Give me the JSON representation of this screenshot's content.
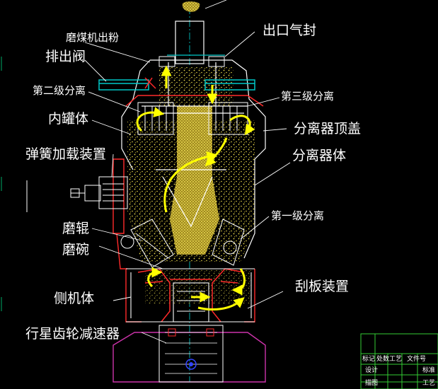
{
  "labels": {
    "mill_outlet": "磨煤机出粉",
    "outlet_seal": "出口气封",
    "discharge_valve": "排出阀",
    "second_separation": "第二级分离",
    "third_separation": "第三级分离",
    "inner_tank": "内罐体",
    "separator_top_cover": "分离器顶盖",
    "spring_loading": "弹簧加载装置",
    "separator_body": "分离器体",
    "first_separation": "第一级分离",
    "grinding_roller": "磨辊",
    "grinding_bowl": "磨碗",
    "scraper_device": "刮板装置",
    "side_body": "侧机体",
    "planetary_reducer": "行星齿轮减速器"
  },
  "title_block": {
    "r1c1": "标记",
    "r1c2": "处数",
    "r1c3": "工艺",
    "r1c4": "文件号",
    "r2c1": "设计",
    "r2c2": "标准",
    "r3c1": "描图",
    "r3c2": "工艺"
  },
  "colors": {
    "background": "#000000",
    "outline": "#ffffff",
    "flow_arrows": "#ffff00",
    "coal_dust": "#e8d84a",
    "shell": "#ff2a2a",
    "valve_pipes": "#00c8c8",
    "centerline": "#00aaaa",
    "base": "#cc33aa",
    "gear_box": "#3344ff",
    "title_block": "#33cc33"
  }
}
